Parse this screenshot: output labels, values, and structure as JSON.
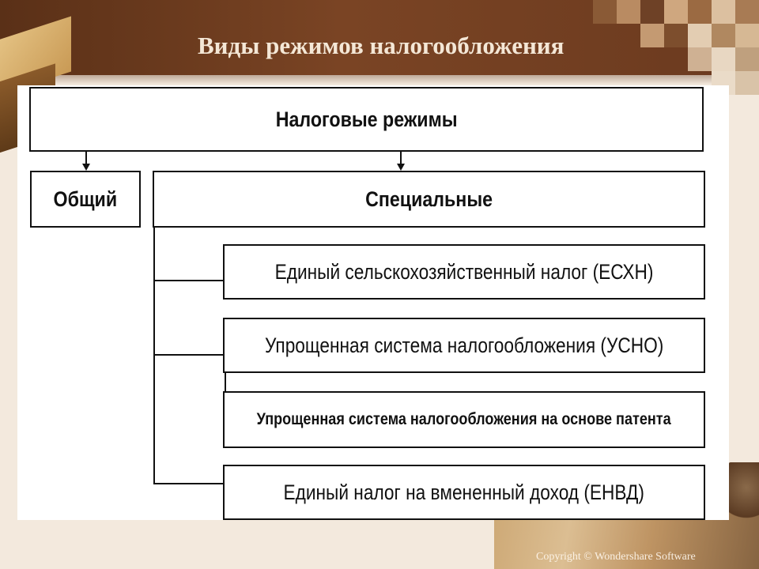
{
  "slide": {
    "title": "Виды режимов налогообложения",
    "copyright": "Copyright © Wondershare Software"
  },
  "diagram": {
    "root": "Налоговые режимы",
    "general": "Общий",
    "special": "Специальные",
    "special_items": [
      "Единый сельскохозяйственный налог (ЕСХН)",
      "Упрощенная система налогообложения (УСНО)",
      "Упрощенная система налогообложения на основе патента",
      "Единый налог на вмененный доход (ЕНВД)"
    ]
  },
  "colors": {
    "header_brown": "#6b3a1f",
    "title_text": "#f4e7d6",
    "background": "#f3e9dd",
    "diagram_lines": "#111111"
  }
}
